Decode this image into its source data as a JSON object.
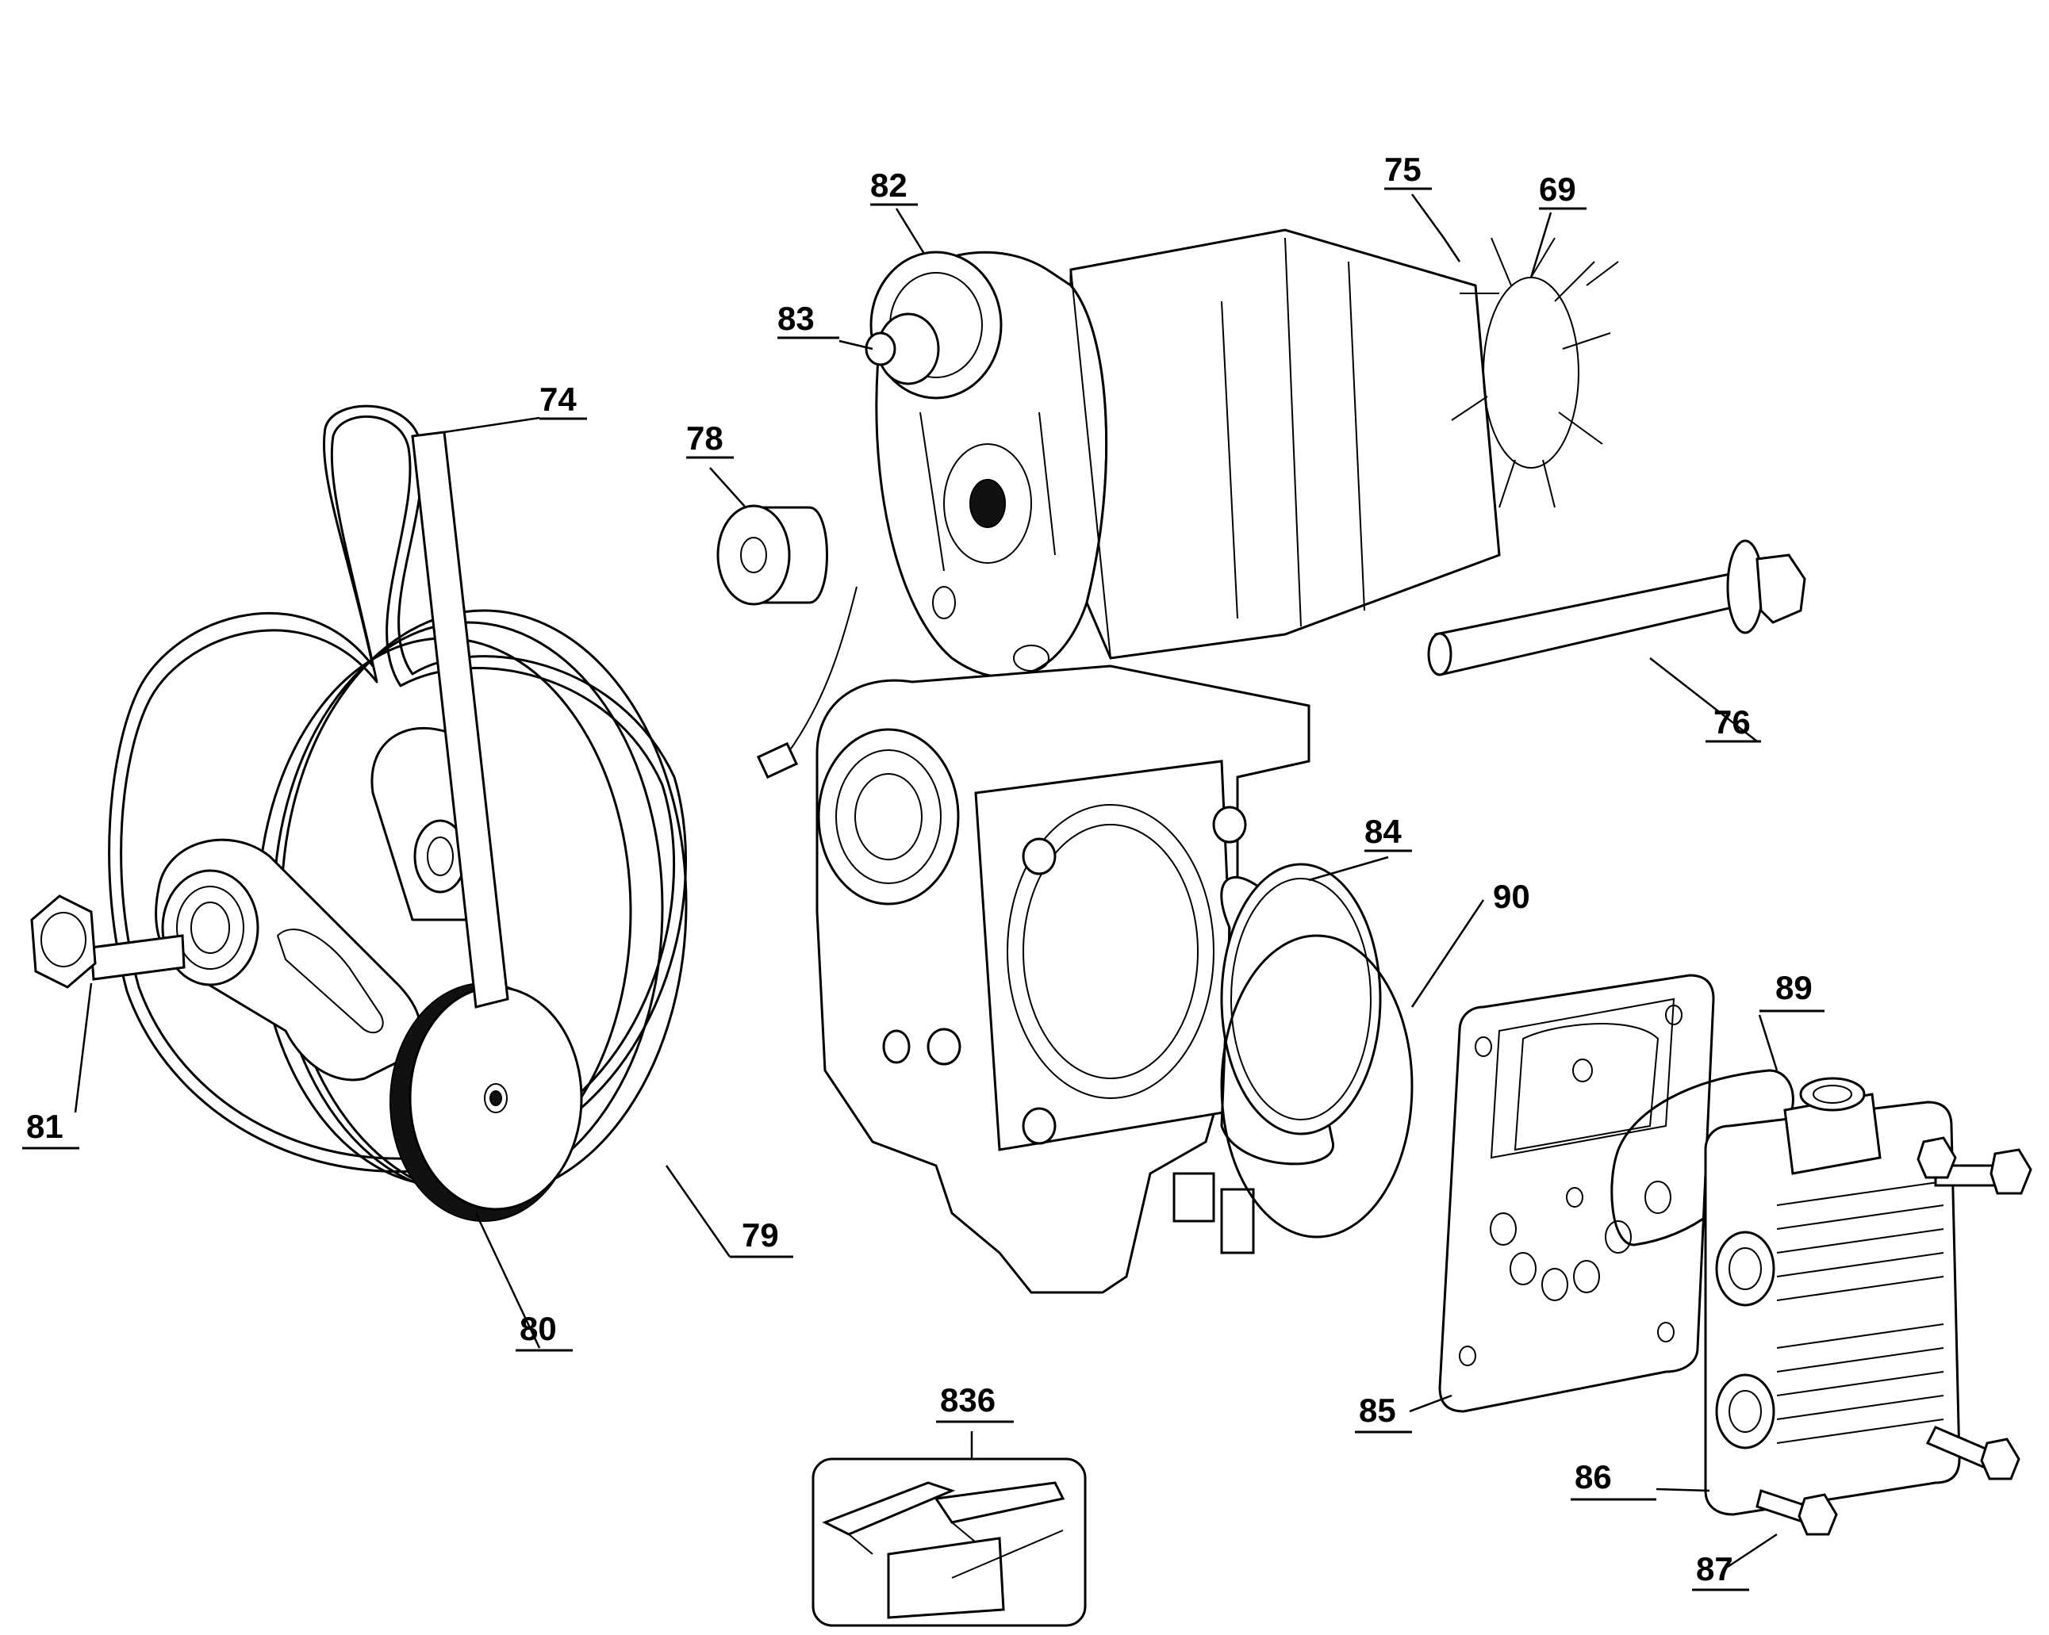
{
  "callouts": {
    "c74": "74",
    "c75": "75",
    "c69": "69",
    "c82": "82",
    "c83": "83",
    "c78": "78",
    "c76": "76",
    "c84": "84",
    "c90": "90",
    "c89": "89",
    "c81": "81",
    "c79": "79",
    "c80": "80",
    "c85": "85",
    "c86": "86",
    "c87": "87",
    "c836": "836"
  }
}
